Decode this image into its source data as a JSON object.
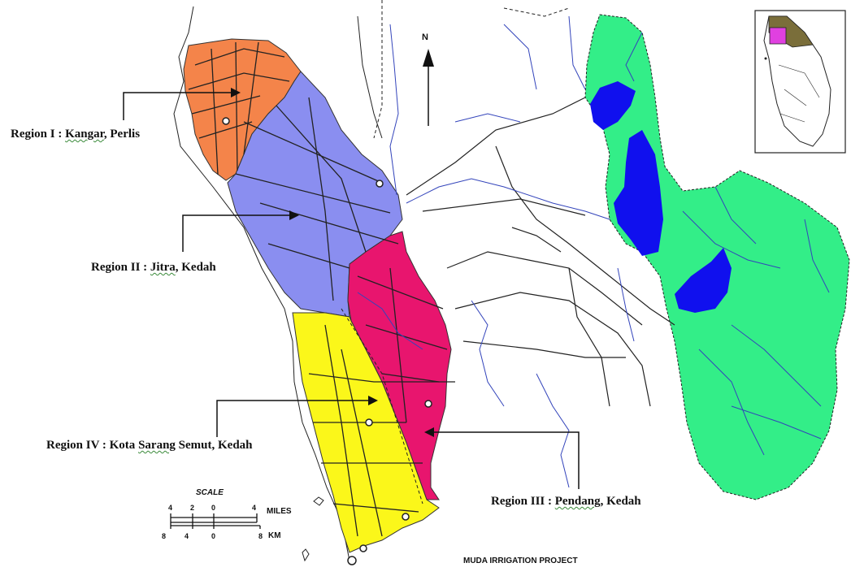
{
  "regions": [
    {
      "prefix": "Region I : ",
      "town": "Kangar",
      "rest": ", Perlis",
      "color": "#f4844a"
    },
    {
      "prefix": "Region II : ",
      "town": "Jitra",
      "rest": ", Kedah",
      "color": "#8a8ef0"
    },
    {
      "prefix": "Region III : ",
      "town": "Pendang",
      "rest": ", Kedah",
      "color": "#e8156e"
    },
    {
      "prefix": "Region IV : Kota ",
      "town": "Sarang",
      "rest": " Semut, Kedah",
      "color": "#fbf71a"
    }
  ],
  "catchment_color": "#33ee88",
  "reservoir_color": "#1010ee",
  "river_color": "#3344bb",
  "north_label": "N",
  "scale": {
    "title": "SCALE",
    "miles_label": "MILES",
    "km_label": "KM",
    "miles_ticks": [
      "4",
      "2",
      "0",
      "4"
    ],
    "km_ticks": [
      "8",
      "4",
      "0",
      "8"
    ]
  },
  "project_title": "MUDA IRRIGATION PROJECT",
  "inset_highlight_color": "#e040e0",
  "inset_state_color": "#7a6e3a"
}
